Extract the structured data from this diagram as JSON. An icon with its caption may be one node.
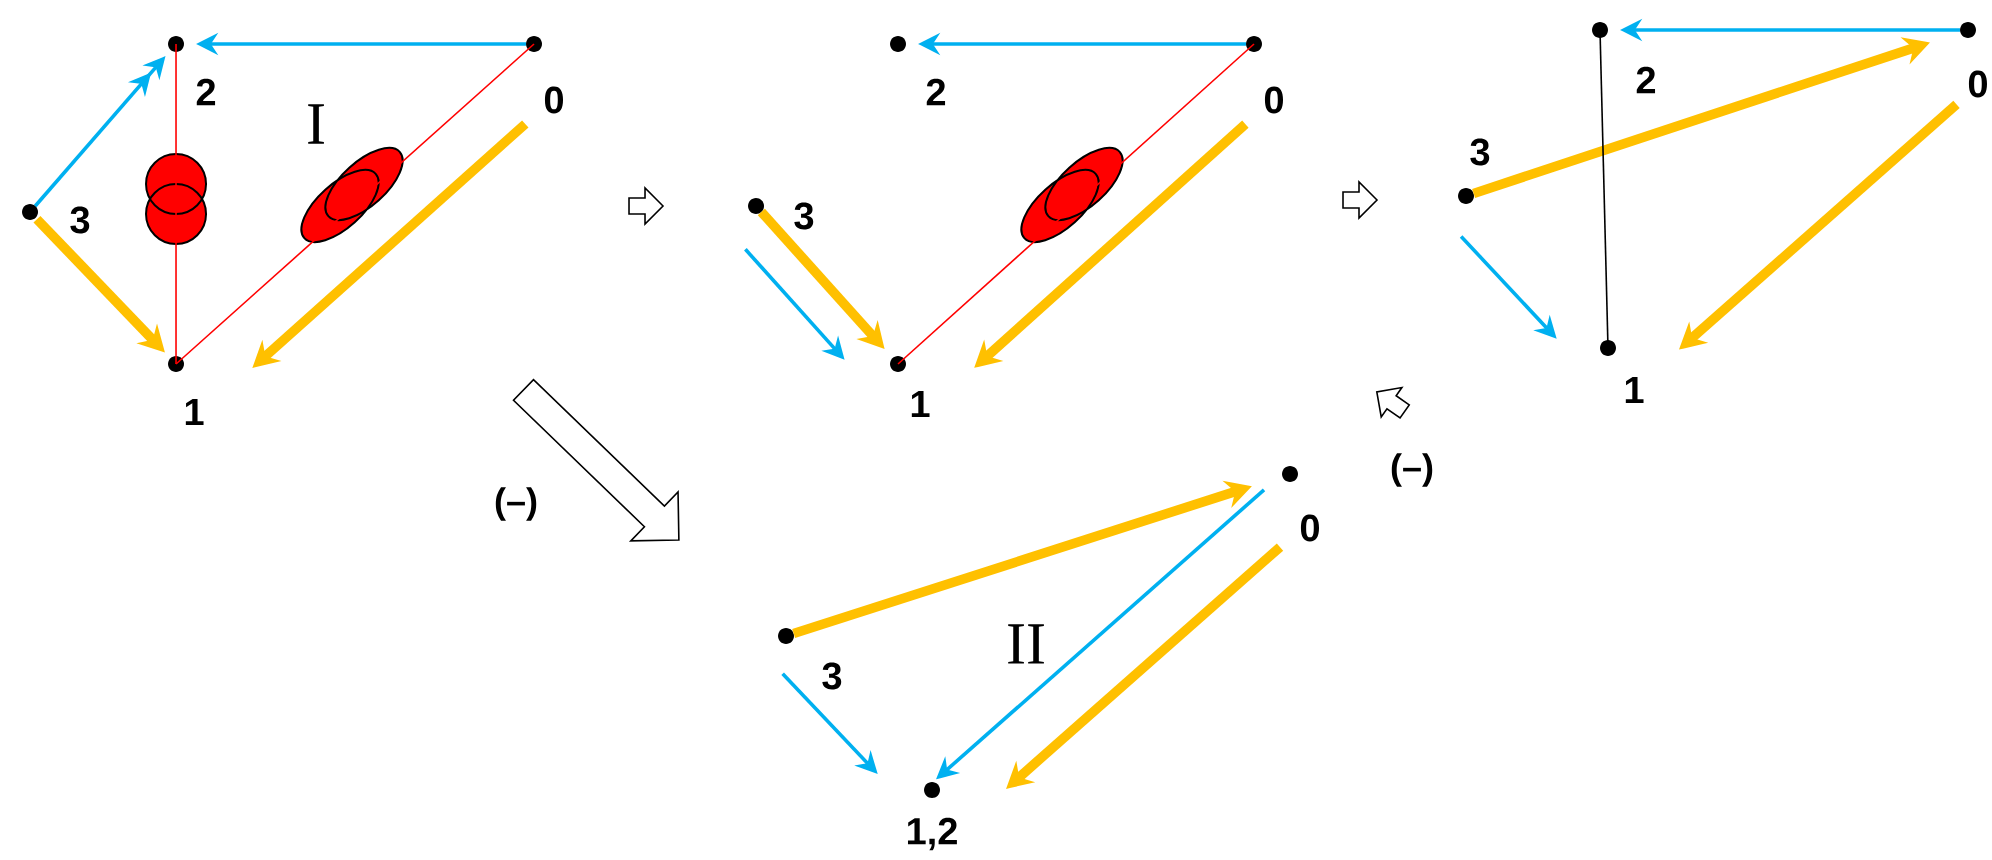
{
  "diagram": {
    "nodes": [
      {
        "text": [
          "2"
        ]
      },
      {
        "text": [
          "0"
        ]
      },
      {
        "text": [
          "3"
        ]
      },
      {
        "text": [
          "1"
        ]
      },
      {
        "text": [
          "2"
        ]
      },
      {
        "text": [
          "0"
        ]
      },
      {
        "text": [
          "3"
        ]
      },
      {
        "text": [
          "1"
        ]
      },
      {
        "text": [
          "2"
        ]
      },
      {
        "text": [
          "0"
        ]
      },
      {
        "text": [
          "3"
        ]
      },
      {
        "text": [
          "1"
        ]
      },
      {
        "text": [
          "0"
        ]
      },
      {
        "text": [
          "3"
        ]
      },
      {
        "text": [
          "1,2"
        ]
      }
    ],
    "edges": [
      {
        "from": 1,
        "to": 0,
        "arrow": "to",
        "color": "#00b0f0"
      },
      {
        "from": 2,
        "to": 0,
        "arrow": "to",
        "color": "#00b0f0"
      },
      {
        "from": 2,
        "to": 3,
        "arrow": "to",
        "style": "thick",
        "color": "#ffc000"
      },
      {
        "from": 1,
        "to": 3,
        "arrow": "to",
        "style": "thick",
        "color": "#ffc000"
      },
      {
        "from": 0,
        "to": 3,
        "arrow": "none",
        "color": "#ff0000"
      },
      {
        "from": 1,
        "to": 3,
        "arrow": "none",
        "color": "#ff0000"
      },
      {
        "from": 5,
        "to": 4,
        "arrow": "to",
        "color": "#00b0f0"
      },
      {
        "from": 6,
        "to": 7,
        "arrow": "to",
        "style": "thick",
        "color": "#ffc000"
      },
      {
        "from": 6,
        "to": 7,
        "arrow": "to",
        "color": "#00b0f0"
      },
      {
        "from": 5,
        "to": 7,
        "arrow": "to",
        "style": "thick",
        "color": "#ffc000"
      },
      {
        "from": 5,
        "to": 7,
        "arrow": "none",
        "color": "#ff0000"
      },
      {
        "from": 9,
        "to": 8,
        "arrow": "to",
        "color": "#00b0f0"
      },
      {
        "from": 10,
        "to": 9,
        "arrow": "to",
        "style": "thick",
        "color": "#ffc000"
      },
      {
        "from": 10,
        "to": 11,
        "arrow": "to",
        "color": "#00b0f0"
      },
      {
        "from": 9,
        "to": 11,
        "arrow": "to",
        "style": "thick",
        "color": "#ffc000"
      },
      {
        "from": 8,
        "to": 11,
        "arrow": "none",
        "color": "#000000"
      },
      {
        "from": 13,
        "to": 12,
        "arrow": "to",
        "style": "thick",
        "color": "#ffc000"
      },
      {
        "from": 12,
        "to": 14,
        "arrow": "to",
        "color": "#00b0f0"
      },
      {
        "from": 13,
        "to": 14,
        "arrow": "to",
        "color": "#00b0f0"
      },
      {
        "from": 12,
        "to": 14,
        "arrow": "to",
        "style": "thick",
        "color": "#ffc000"
      }
    ],
    "labels": [
      "I",
      "II",
      "(–)",
      "(–)"
    ]
  }
}
